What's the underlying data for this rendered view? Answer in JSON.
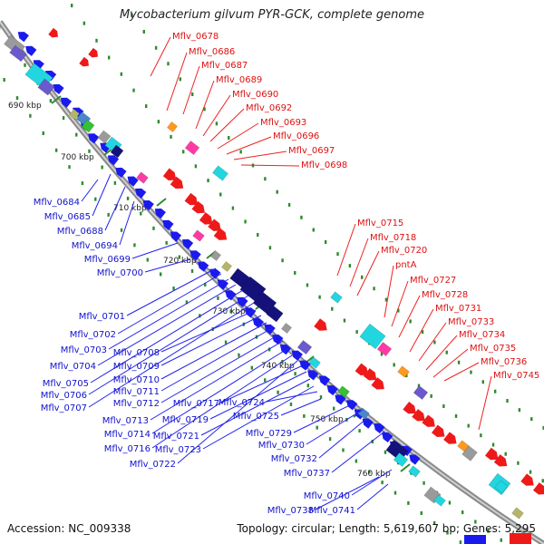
{
  "title": "Mycobacterium gilvum PYR-GCK, complete genome",
  "accession_text": "Accession: NC_009338",
  "topology_text": "Topology: circular; Length: 5,619,607 bp; Genes: 5,295",
  "colors": {
    "backbone": "#8a8a8a",
    "forward_strand": "#1a1aee",
    "reverse_strand": "#ee1a1a",
    "tick_dot": "#2e8b2e",
    "cyan": "#22d6e0",
    "navy": "#14127a",
    "orange": "#ff9a1a",
    "magenta": "#ff3aa6",
    "purple": "#6a5acd",
    "olive": "#b5b56a",
    "grey": "#9a9a9a",
    "green": "#33c233",
    "steel": "#4a86c8"
  },
  "ticks": [
    {
      "label": "690 kbp"
    },
    {
      "label": "700 kbp"
    },
    {
      "label": "710 kbp"
    },
    {
      "label": "720 kbp"
    },
    {
      "label": "730 kbp"
    },
    {
      "label": "740 kbp"
    },
    {
      "label": "750 kbp"
    },
    {
      "label": "760 kbp"
    }
  ],
  "forward_labels": [
    "Mflv_0678",
    "Mflv_0686",
    "Mflv_0687",
    "Mflv_0689",
    "Mflv_0690",
    "Mflv_0692",
    "Mflv_0693",
    "Mflv_0696",
    "Mflv_0697",
    "Mflv_0698",
    "Mflv_0715",
    "Mflv_0718",
    "Mflv_0720",
    "pntA",
    "Mflv_0727",
    "Mflv_0728",
    "Mflv_0731",
    "Mflv_0733",
    "Mflv_0734",
    "Mflv_0735",
    "Mflv_0736",
    "Mflv_0745"
  ],
  "reverse_labels": [
    "Mflv_0684",
    "Mflv_0685",
    "Mflv_0688",
    "Mflv_0694",
    "Mflv_0699",
    "Mflv_0700",
    "Mflv_0701",
    "Mflv_0702",
    "Mflv_0703",
    "Mflv_0704",
    "Mflv_0705",
    "Mflv_0706",
    "Mflv_0707",
    "Mflv_0708",
    "Mflv_0709",
    "Mflv_0710",
    "Mflv_0711",
    "Mflv_0712",
    "Mflv_0713",
    "Mflv_0714",
    "Mflv_0716",
    "Mflv_0722",
    "Mflv_0717",
    "Mflv_0719",
    "Mflv_0721",
    "Mflv_0723",
    "Mflv_0724",
    "Mflv_0725",
    "Mflv_0729",
    "Mflv_0730",
    "Mflv_0732",
    "Mflv_0737",
    "Mflv_0740",
    "Mflv_0738",
    "Mflv_0741"
  ]
}
